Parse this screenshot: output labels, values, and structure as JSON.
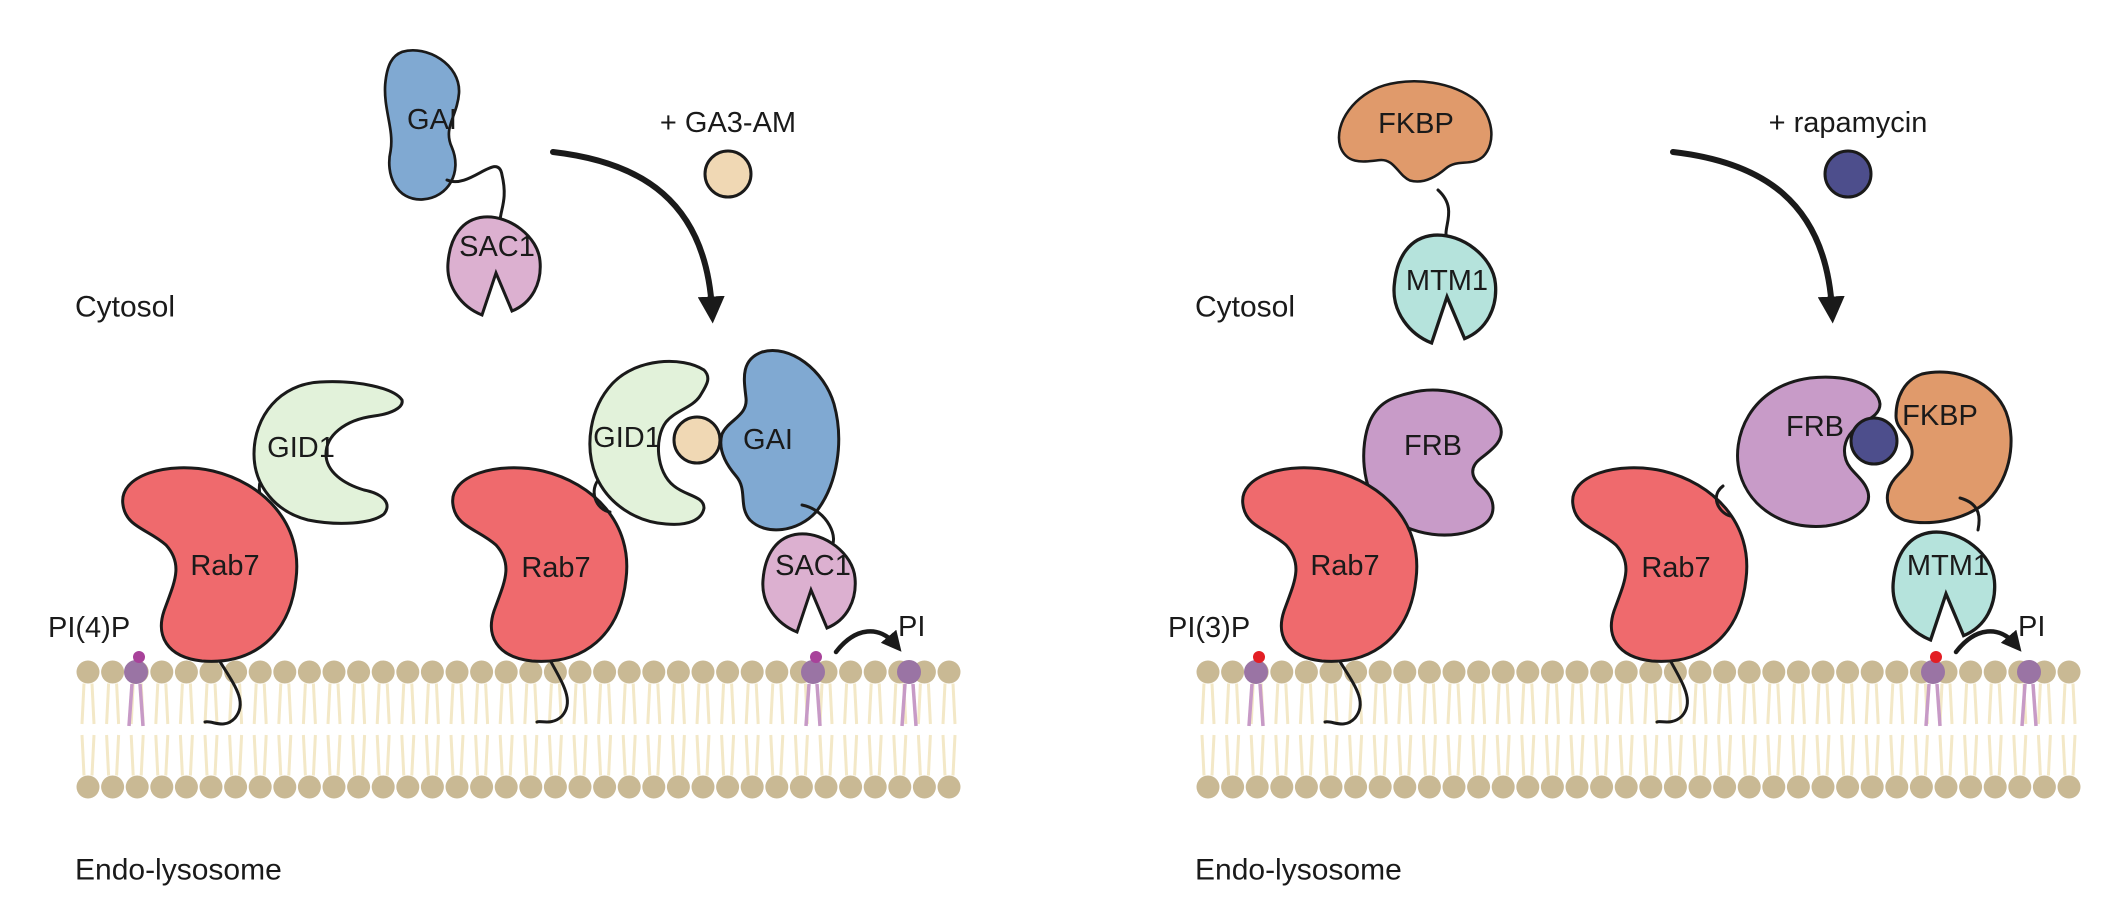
{
  "panels": [
    {
      "id": "left",
      "region_top": "Cytosol",
      "region_bottom": "Endo-lysosome",
      "lipid_label": "PI(4)P",
      "product_label": "PI",
      "headgroup_color": "#a8429a",
      "reagent": "+ GA3-AM",
      "ligand_color": "#f0d8b4",
      "free_dimerizer": "GAI",
      "phosphatase": "SAC1",
      "anchor_partner": "GID1",
      "membrane_protein": "Rab7",
      "complex_left": "GID1",
      "complex_right": "GAI",
      "complex_phosphatase": "SAC1",
      "colors": {
        "dimerizer": "#80a9d2",
        "phosphatase": "#dcb0d0",
        "partner": "#e2f2da",
        "rab": "#ef6a6d"
      }
    },
    {
      "id": "right",
      "region_top": "Cytosol",
      "region_bottom": "Endo-lysosome",
      "lipid_label": "PI(3)P",
      "product_label": "PI",
      "headgroup_color": "#e31e24",
      "reagent": "+ rapamycin",
      "ligand_color": "#4d4e8c",
      "free_dimerizer": "FKBP",
      "phosphatase": "MTM1",
      "anchor_partner": "FRB",
      "membrane_protein": "Rab7",
      "complex_left": "FRB",
      "complex_right": "FKBP",
      "complex_phosphatase": "MTM1",
      "colors": {
        "dimerizer": "#e09a6b",
        "phosphatase": "#b5e3dc",
        "partner": "#c89bc8",
        "rab": "#ef6a6d"
      }
    }
  ],
  "membrane_colors": {
    "head": "#c9b994",
    "tail": "#f3e8c7",
    "lipid": "#9a74a4"
  }
}
